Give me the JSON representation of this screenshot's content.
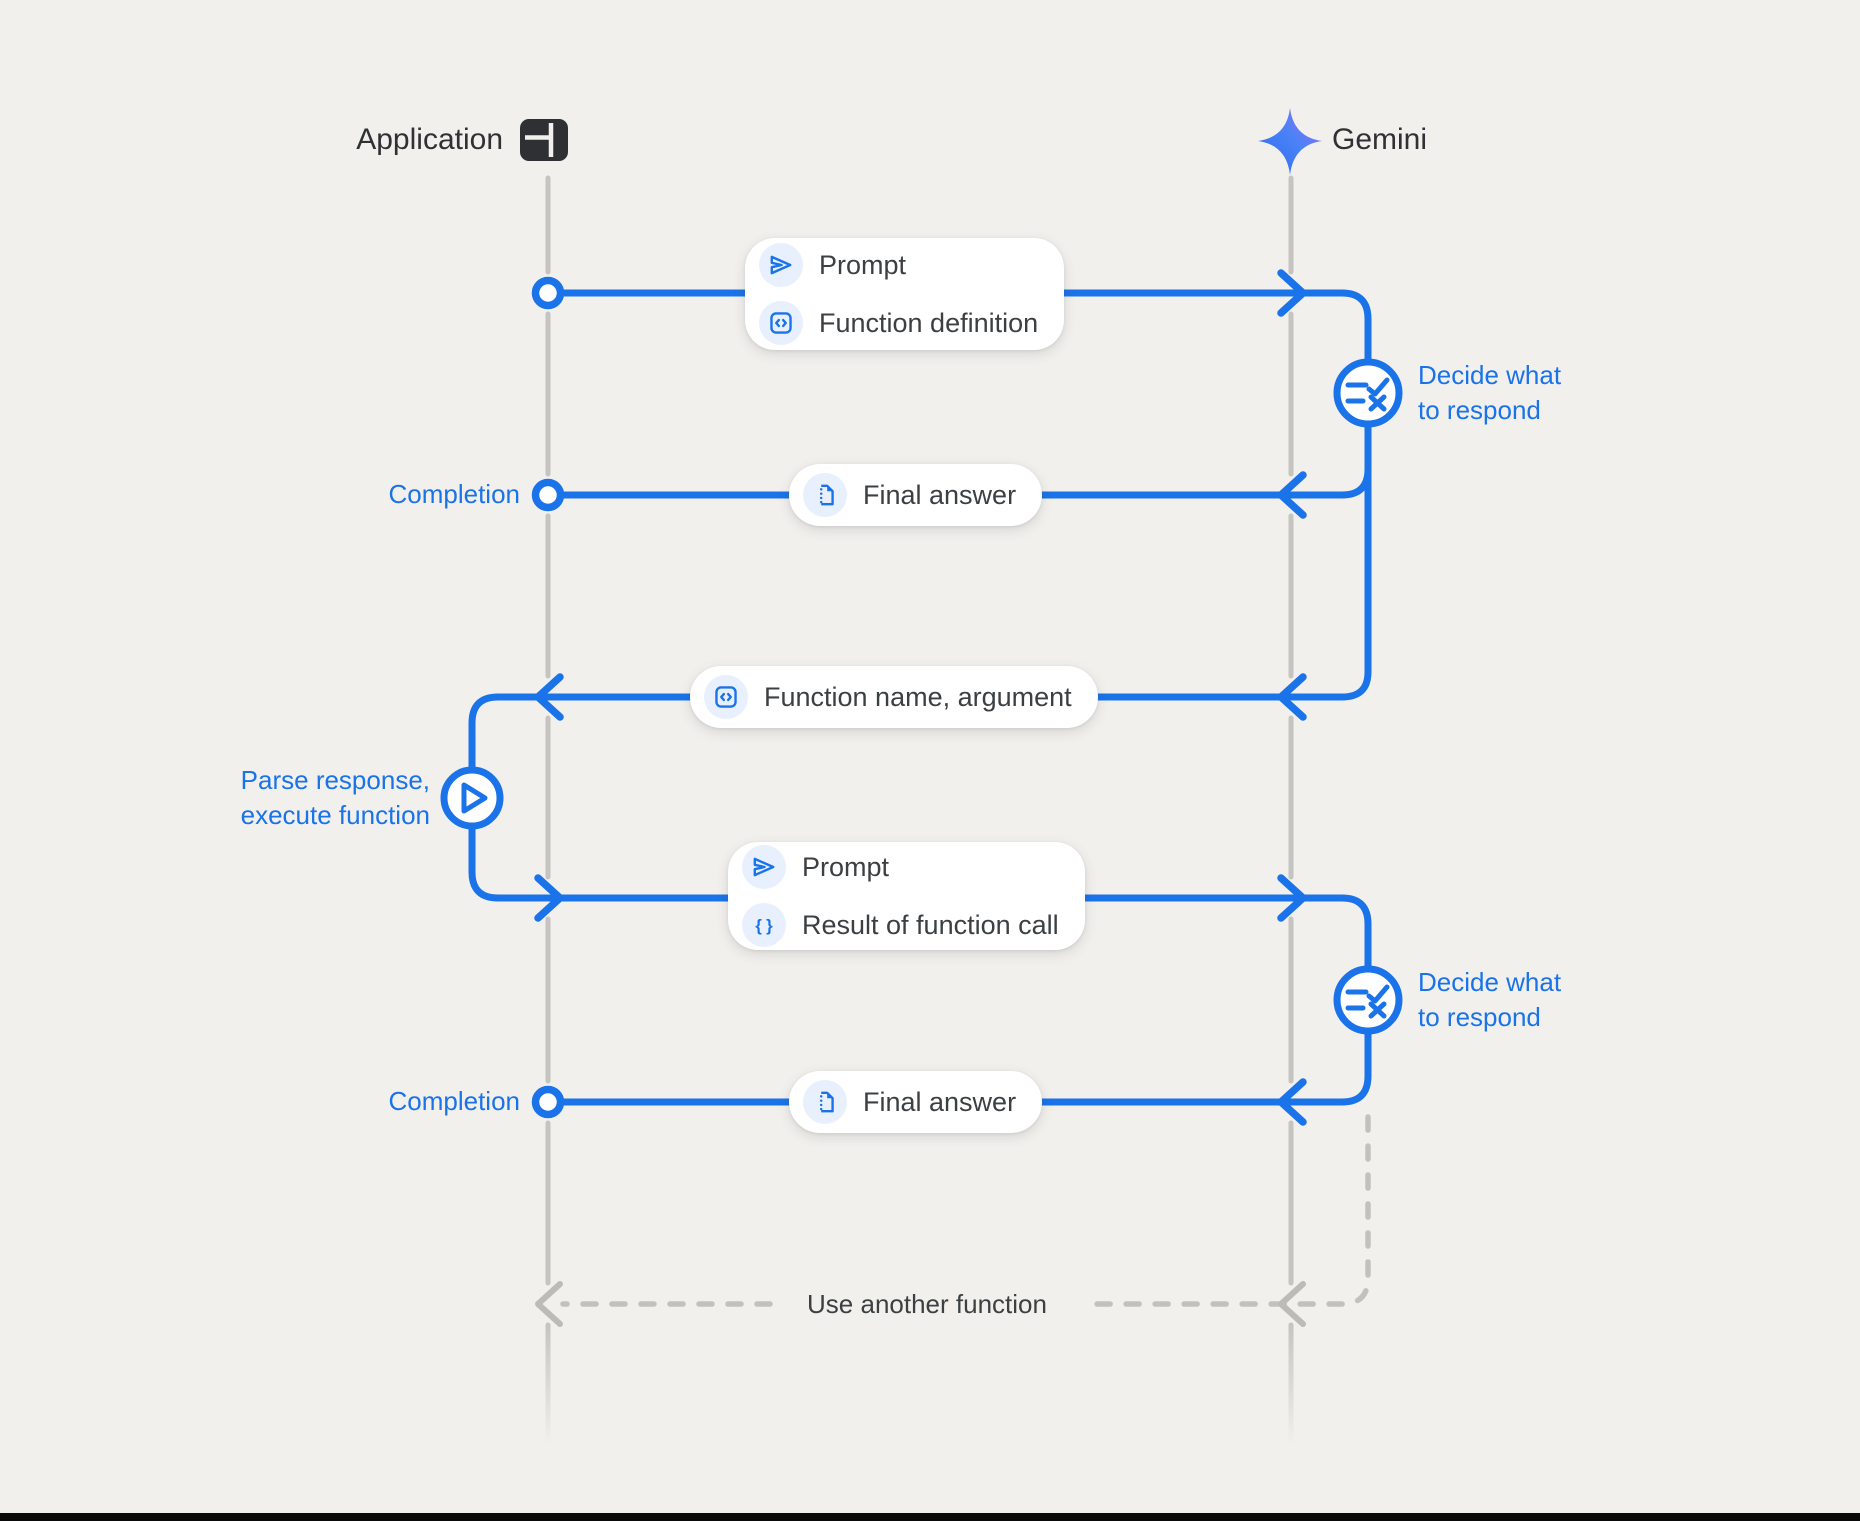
{
  "header": {
    "application": {
      "label": "Application",
      "icon": "app-window-icon"
    },
    "gemini": {
      "label": "Gemini",
      "icon": "gemini-spark-icon"
    }
  },
  "messages": {
    "prompt_with_function_definition": {
      "rows": [
        {
          "icon": "send-icon",
          "label": "Prompt"
        },
        {
          "icon": "code-box-icon",
          "label": "Function definition"
        }
      ]
    },
    "final_answer_1": {
      "rows": [
        {
          "icon": "document-icon",
          "label": "Final answer"
        }
      ]
    },
    "function_name_argument": {
      "rows": [
        {
          "icon": "code-box-icon",
          "label": "Function name, argument"
        }
      ]
    },
    "prompt_with_function_result": {
      "rows": [
        {
          "icon": "send-icon",
          "label": "Prompt"
        },
        {
          "icon": "braces-icon",
          "label": "Result of function call"
        }
      ]
    },
    "final_answer_2": {
      "rows": [
        {
          "icon": "document-icon",
          "label": "Final answer"
        }
      ]
    }
  },
  "annotations": {
    "completion_1": "Completion",
    "completion_2": "Completion",
    "decide_1": {
      "line1": "Decide what",
      "line2": "to respond"
    },
    "decide_2": {
      "line1": "Decide what",
      "line2": "to respond"
    },
    "parse_execute": {
      "line1": "Parse response,",
      "line2": "execute function"
    },
    "use_another_function": "Use another function"
  },
  "colors": {
    "accent_blue": "#1a73e8",
    "icon_chip_blue": "#e8f0fe",
    "lifeline_gray": "#c6c4c1",
    "text_dark": "#3c4043",
    "background": "#f2f0ed",
    "gemini_gradient_start": "#3b78f3",
    "gemini_gradient_end": "#9a6ef7"
  }
}
